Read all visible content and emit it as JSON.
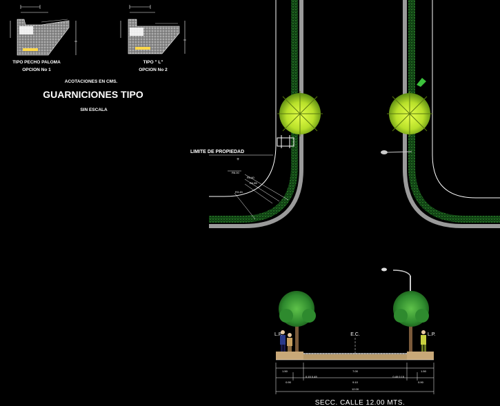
{
  "curb_details": {
    "type1_label": "TIPO PECHO PALOMA",
    "type1_option": "OPCION No 1",
    "type2_label": "TIPO \" L\"",
    "type2_option": "OPCION No 2",
    "units_note": "ACOTACIONES EN CMS.",
    "title": "GUARNICIONES TIPO",
    "scale_note": "SIN ESCALA"
  },
  "plan": {
    "property_limit_label": "LIMITE DE PROPIEDAD",
    "radius_labels": [
      "R6.00",
      "R5.40",
      "R4.85",
      "R3.45"
    ]
  },
  "section": {
    "title": "SECC. CALLE 12.00 MTS.",
    "lp_left": "L.P.",
    "lp_right": "L.P.",
    "axis_label": "E.C.",
    "dims_row1": [
      "1.50",
      "7.00",
      "1.50"
    ],
    "dims_row2": [
      "0.90",
      "9.10",
      "0.90"
    ],
    "dims_total": "12.00",
    "curb_dims_left": "0.15 0.45",
    "curb_dims_right": "0.45 0.15"
  },
  "colors": {
    "background": "#000000",
    "linework": "#ffffff",
    "curb": "#9a9a9a",
    "planting": "#1c7a1c",
    "tree_foliage": "#b8e02a",
    "pavement": "#b89a6a",
    "sidewalk": "#c8a878"
  }
}
